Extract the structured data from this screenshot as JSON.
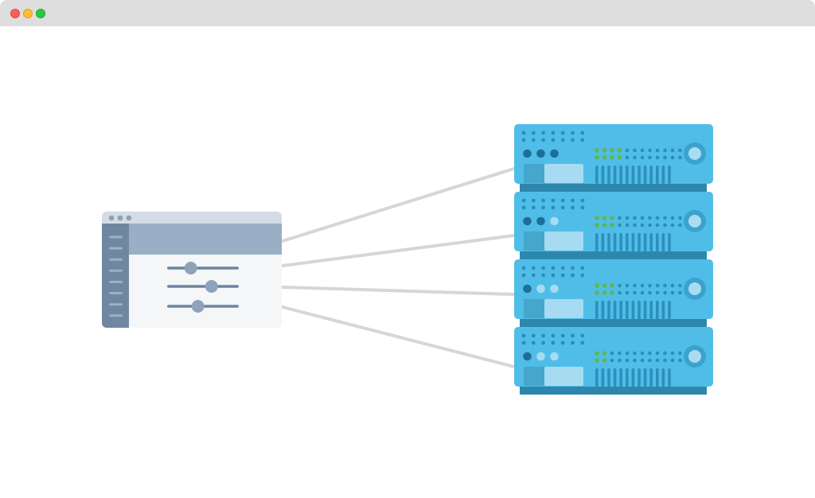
{
  "window": {
    "controls": [
      {
        "name": "close",
        "color": "#fe5f57",
        "border": "#e0443e"
      },
      {
        "name": "minimize",
        "color": "#febc2e",
        "border": "#dea123"
      },
      {
        "name": "maximize",
        "color": "#28c840",
        "border": "#1aab29"
      }
    ]
  },
  "diagram": {
    "colors": {
      "connector": "#d6d6d6",
      "app_titlebar": "#d3dce5",
      "app_titlebar_dots": "#8fa2b6",
      "app_sidebar": "#6f87a1",
      "app_sidebar_lines": "#9fb0c2",
      "app_header": "#9aafc5",
      "app_body": "#f4f6f8",
      "slider_track": "#6b84a0",
      "slider_knob": "#8ea3ba",
      "server_body": "#50bde8",
      "server_shadow": "#2d87ad",
      "server_dots": "#2c8db9",
      "server_dark_led": "#1f6e96",
      "server_light_led": "#a6dbf2",
      "server_green_led": "#5fb84a",
      "server_vents": "#2d8fbb",
      "server_drive_left": "#46a6cc",
      "server_drive_right": "#a6dbf2",
      "server_knob_outer": "#3aa3cd",
      "server_knob_inner": "#a9dcf2"
    },
    "app_window": {
      "sliders": [
        {
          "name": "slider-1",
          "value": 0.33
        },
        {
          "name": "slider-2",
          "value": 0.62
        },
        {
          "name": "slider-3",
          "value": 0.43
        }
      ]
    },
    "servers": [
      {
        "name": "server-1",
        "dark_leds": 3,
        "light_leds": 0,
        "green_columns": 4
      },
      {
        "name": "server-2",
        "dark_leds": 2,
        "light_leds": 1,
        "green_columns": 3
      },
      {
        "name": "server-3",
        "dark_leds": 1,
        "light_leds": 2,
        "green_columns": 3
      },
      {
        "name": "server-4",
        "dark_leds": 1,
        "light_leds": 2,
        "green_columns": 2
      }
    ]
  }
}
